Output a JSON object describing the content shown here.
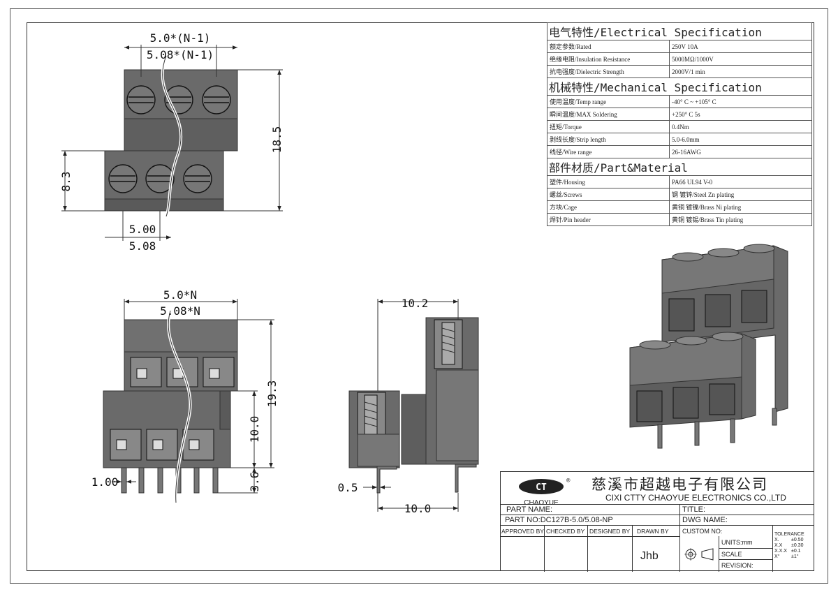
{
  "spec": {
    "sections": [
      {
        "heading": "电气特性/Electrical Specification",
        "rows": [
          {
            "label": "额定参数/Rated",
            "value": "250V  10A"
          },
          {
            "label": "绝缘电阻/Insulation Resistance",
            "value": "5000MΩ/1000V"
          },
          {
            "label": "抗电强度/Dielectric Strength",
            "value": "2000V/1 min"
          }
        ]
      },
      {
        "heading": "机械特性/Mechanical Specification",
        "rows": [
          {
            "label": "使用温度/Temp range",
            "value": "-40° C ~ +105° C"
          },
          {
            "label": "瞬间温度/MAX Soldering",
            "value": "+250° C   5s"
          },
          {
            "label": "扭矩/Torque",
            "value": "0.4Nm"
          },
          {
            "label": "剥线长度/Strip length",
            "value": "5.0-6.0mm"
          },
          {
            "label": "线径/Wire range",
            "value": "26-16AWG"
          }
        ]
      },
      {
        "heading": "部件材质/Part&Material",
        "rows": [
          {
            "label": "塑件/Housing",
            "value": "PA66 UL94 V-0"
          },
          {
            "label": "螺丝/Screws",
            "value": "钢 镀锌/Steel Zn plating"
          },
          {
            "label": "方块/Cage",
            "value": "黄铜 镀镍/Brass Ni plating"
          },
          {
            "label": "焊针/Pin header",
            "value": "黄铜 镀锡/Brass Tin plating"
          }
        ]
      }
    ]
  },
  "dims": {
    "top_pitch_1": "5.0*(N-1)",
    "top_pitch_2": "5.08*(N-1)",
    "top_height": "18.5",
    "top_lower_height": "8.3",
    "top_bottom_1": "5.00",
    "top_bottom_2": "5.08",
    "front_pitch_1": "5.0*N",
    "front_pitch_2": "5.08*N",
    "front_total": "19.3",
    "front_lower": "10.0",
    "front_pin": "3.6",
    "front_pin_w": "1.00",
    "side_width": "10.2",
    "side_pin": "0.5",
    "side_base": "10.0"
  },
  "titleblock": {
    "logo_text": "CHAOYUE",
    "logo_mark": "®",
    "company_cn": "慈溪市超越电子有限公司",
    "company_en": "CIXI CTTY CHAOYUE ELECTRONICS CO.,LTD",
    "part_name_label": "PART NAME:",
    "title_label": "TITLE:",
    "part_no": "PART NO:DC127B-5.0/5.08-NP",
    "dwg_name_label": "DWG NAME:",
    "approved_by": "APPROVED BY",
    "checked_by": "CHECKED BY",
    "designed_by": "DESIGNED BY",
    "drawn_by": "DRAWN BY",
    "drawn_by_value": "Jhb",
    "custom_no": "CUSTOM NO:",
    "units": "UNITS:mm",
    "scale": "SCALE",
    "revision": "REVISION:",
    "tolerance_title": "TOLERANCE",
    "tolerance": [
      {
        "k": "X.",
        "v": "±0.50"
      },
      {
        "k": "X.X",
        "v": "±0.30"
      },
      {
        "k": "X.X.X",
        "v": "±0.1"
      },
      {
        "k": "X°",
        "v": "±1°"
      }
    ]
  }
}
